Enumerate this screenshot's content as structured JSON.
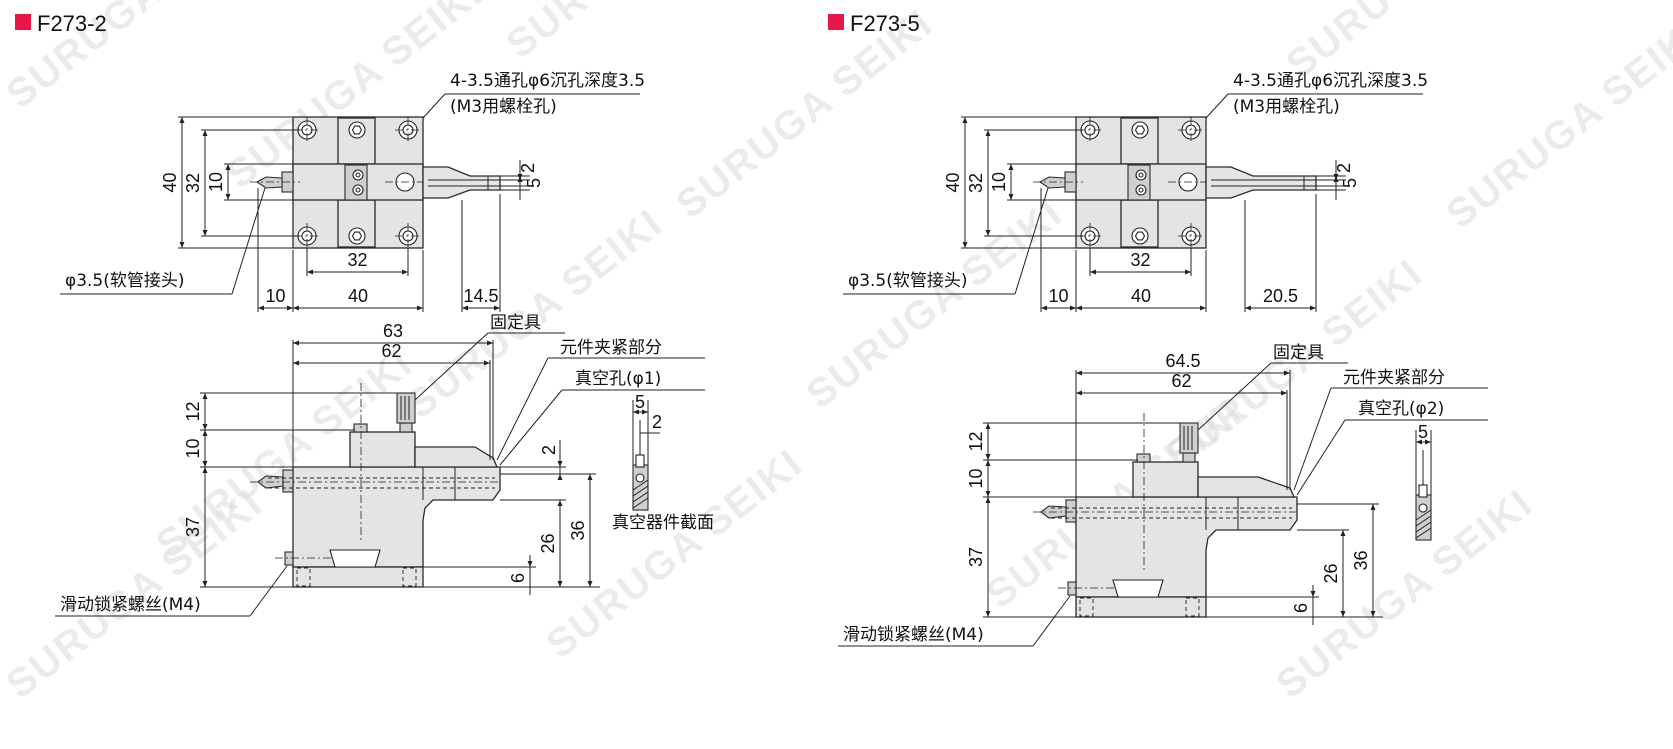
{
  "accent": "#e8174a",
  "watermark": "SURUGA SEIKI",
  "drawings": [
    {
      "title": "F273-2",
      "hole_note": "4-3.5通孔φ6沉孔深度3.5",
      "hole_note2": "(M3用螺栓孔)",
      "fitting_note": "φ3.5(软管接头)",
      "top_dims": {
        "h40": "40",
        "h32": "32",
        "h10": "10",
        "w32": "32",
        "w10": "10",
        "w40": "40",
        "arm": "14.5",
        "slot2": "2",
        "slot5": "5"
      },
      "side": {
        "len_a": "63",
        "len_b": "62",
        "fixture": "固定具",
        "clamp": "元件夹紧部分",
        "vacuum": "真空孔(φ1)",
        "h12": "12",
        "h10": "10",
        "h37": "37",
        "h26": "26",
        "h36": "36",
        "h6": "6",
        "h2": "2",
        "screw": "滑动锁紧螺丝(M4)",
        "sec5": "5",
        "sec2": "2",
        "section_label": "真空器件截面"
      }
    },
    {
      "title": "F273-5",
      "hole_note": "4-3.5通孔φ6沉孔深度3.5",
      "hole_note2": "(M3用螺栓孔)",
      "fitting_note": "φ3.5(软管接头)",
      "top_dims": {
        "h40": "40",
        "h32": "32",
        "h10": "10",
        "w32": "32",
        "w10": "10",
        "w40": "40",
        "arm": "20.5",
        "slot2": "2",
        "slot5": "5"
      },
      "side": {
        "len_a": "64.5",
        "len_b": "62",
        "fixture": "固定具",
        "clamp": "元件夹紧部分",
        "vacuum": "真空孔(φ2)",
        "h12": "12",
        "h10": "10",
        "h37": "37",
        "h26": "26",
        "h36": "36",
        "h6": "6",
        "h2": "",
        "screw": "滑动锁紧螺丝(M4)",
        "sec5": "5",
        "sec2": "",
        "section_label": ""
      }
    }
  ]
}
